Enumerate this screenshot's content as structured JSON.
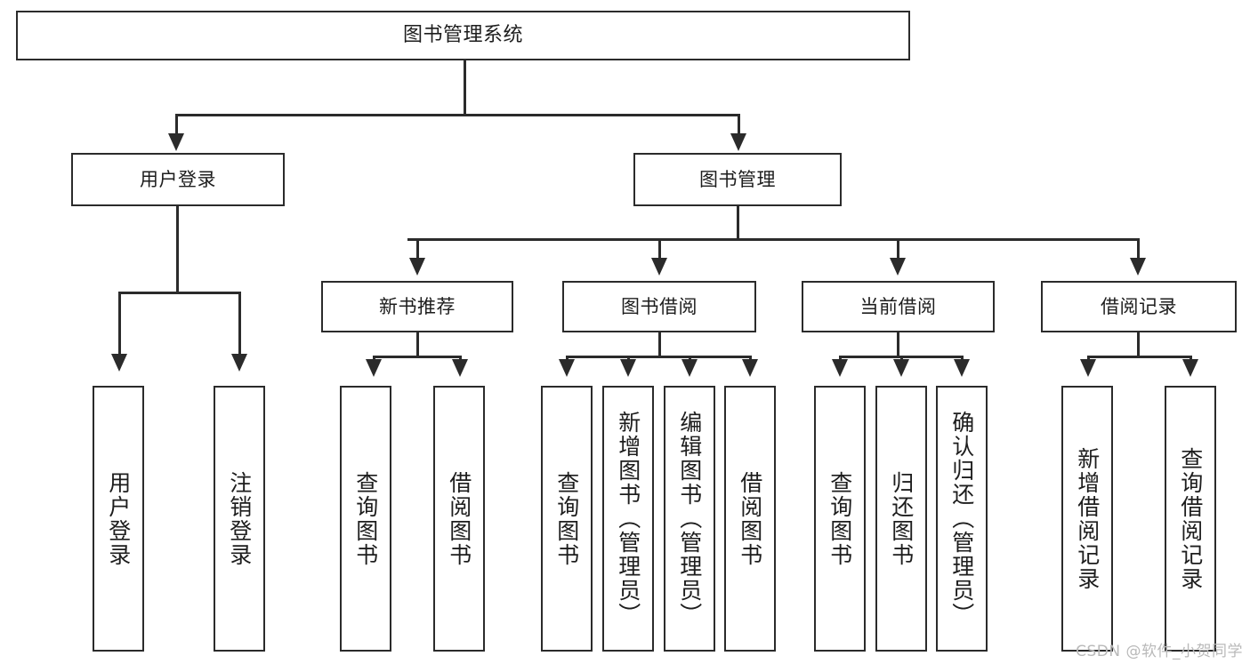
{
  "diagram": {
    "type": "tree",
    "title": "图书管理系统",
    "root": {
      "label": "图书管理系统"
    },
    "level2": [
      {
        "label": "用户登录"
      },
      {
        "label": "图书管理"
      }
    ],
    "level3": [
      {
        "label": "新书推荐"
      },
      {
        "label": "图书借阅"
      },
      {
        "label": "当前借阅"
      },
      {
        "label": "借阅记录"
      }
    ],
    "leaves": {
      "user_login": [
        {
          "label": "用户登录"
        },
        {
          "label": "注销登录"
        }
      ],
      "new_book_recommend": [
        {
          "label": "查询图书"
        },
        {
          "label": "借阅图书"
        }
      ],
      "book_borrow": [
        {
          "label": "查询图书"
        },
        {
          "label": "新增图书（管理员）"
        },
        {
          "label": "编辑图书（管理员）"
        },
        {
          "label": "借阅图书"
        }
      ],
      "current_borrow": [
        {
          "label": "查询图书"
        },
        {
          "label": "归还图书"
        },
        {
          "label": "确认归还（管理员）"
        }
      ],
      "borrow_record": [
        {
          "label": "新增借阅记录"
        },
        {
          "label": "查询借阅记录"
        }
      ]
    }
  },
  "watermark": {
    "text": "CSDN @软件_小贺同学"
  },
  "colors": {
    "stroke": "#2b2b2b",
    "background": "#ffffff",
    "text": "#1d1d1d",
    "watermark": "#b9b9b9"
  }
}
